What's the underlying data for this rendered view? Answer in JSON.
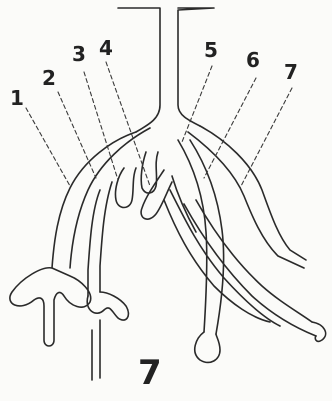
{
  "figure": {
    "number": "7",
    "labels": [
      "1",
      "2",
      "3",
      "4",
      "5",
      "6",
      "7"
    ]
  },
  "colors": {
    "ink": "#2a2a2a",
    "paper": "#fbfbf9"
  }
}
